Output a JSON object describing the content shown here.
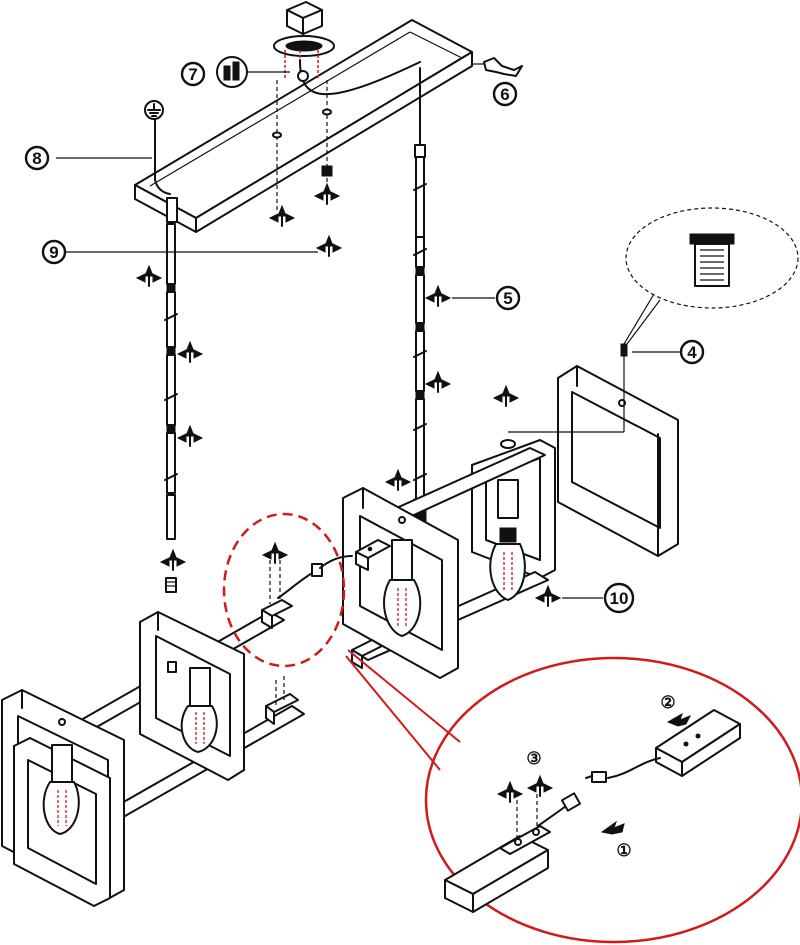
{
  "callouts": [
    {
      "id": "1",
      "label": "①"
    },
    {
      "id": "2",
      "label": "②"
    },
    {
      "id": "3",
      "label": "③"
    },
    {
      "id": "4",
      "label": "4"
    },
    {
      "id": "5",
      "label": "5"
    },
    {
      "id": "6",
      "label": "6"
    },
    {
      "id": "7",
      "label": "7"
    },
    {
      "id": "8",
      "label": "8"
    },
    {
      "id": "9",
      "label": "9"
    },
    {
      "id": "10",
      "label": "10"
    }
  ],
  "icons": {
    "ground": "ground-symbol-icon",
    "wrench": "wrench-icon",
    "wire_nut": "wire-nut-icon",
    "screw_detail": "set-screw-icon"
  },
  "colors": {
    "line": "#111111",
    "highlight": "#d21a1a",
    "background": "#ffffff"
  }
}
